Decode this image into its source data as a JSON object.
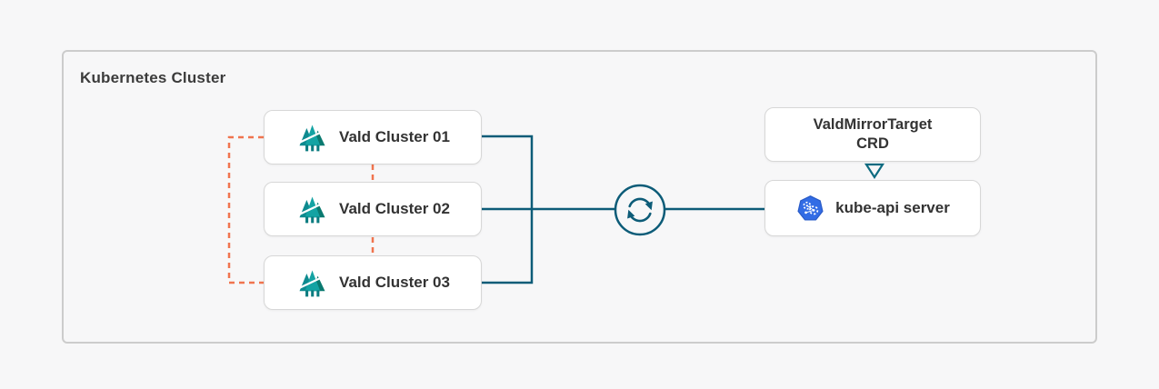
{
  "frame": {
    "title": "Kubernetes Cluster"
  },
  "nodes": {
    "vald_clusters": [
      {
        "label": "Vald Cluster 01",
        "icon": "vald-logo-icon"
      },
      {
        "label": "Vald Cluster 02",
        "icon": "vald-logo-icon"
      },
      {
        "label": "Vald Cluster 03",
        "icon": "vald-logo-icon"
      }
    ],
    "crd": {
      "line1": "ValdMirrorTarget",
      "line2": "CRD"
    },
    "kube_api": {
      "label": "kube-api server",
      "icon": "kubernetes-logo-icon"
    }
  },
  "icons": {
    "sync": "sync-icon",
    "arrow_down": "triangle-down-arrow-icon"
  },
  "edges": {
    "vald_interconnect_style": "dashed",
    "mirror_sync_style": "solid",
    "crd_to_kube_api": "triangle-arrow"
  },
  "colors": {
    "background": "#f7f7f8",
    "frame_border": "#cccccc",
    "node_background": "#ffffff",
    "node_border": "#d7d7d7",
    "text": "#333333",
    "teal_line": "#0d5c78",
    "orange_dashed": "#f0744e",
    "vald_teal_dark": "#0a7a70",
    "vald_teal_mid": "#0e8a8f",
    "vald_teal_light": "#14a3a3",
    "kubernetes_blue": "#326ce5"
  }
}
